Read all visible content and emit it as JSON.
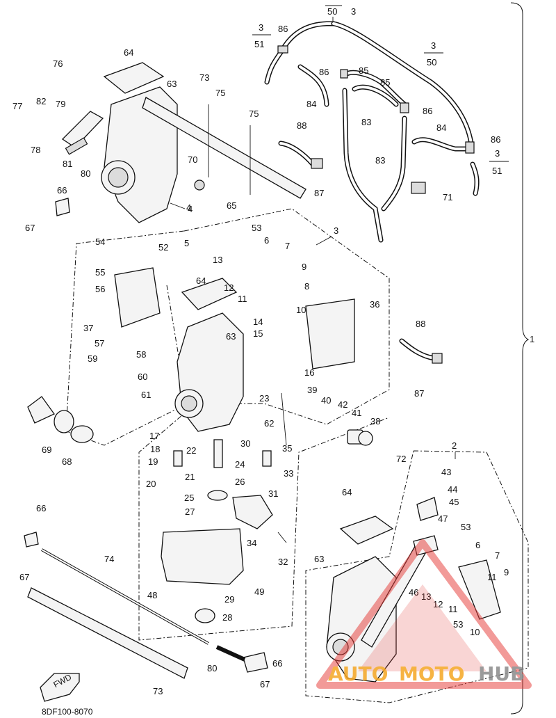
{
  "diagram": {
    "code": "8DF100-8070",
    "fwd_label": "FWD",
    "ref_fractions": [
      {
        "num": "50",
        "suffix": "3"
      },
      {
        "num": "3",
        "den": "51"
      },
      {
        "num": "3",
        "den": "50"
      },
      {
        "num": "3",
        "den": "51"
      }
    ],
    "group_labels": [
      "1",
      "2",
      "3",
      "4"
    ],
    "callouts": [
      "86",
      "86",
      "85",
      "85",
      "86",
      "84",
      "83",
      "84",
      "86",
      "83",
      "88",
      "87",
      "71",
      "64",
      "63",
      "76",
      "77",
      "82",
      "79",
      "78",
      "81",
      "80",
      "73",
      "75",
      "75",
      "70",
      "66",
      "67",
      "4",
      "65",
      "53",
      "6",
      "7",
      "5",
      "13",
      "12",
      "11",
      "9",
      "8",
      "10",
      "14",
      "15",
      "16",
      "36",
      "88",
      "87",
      "54",
      "52",
      "55",
      "56",
      "64",
      "37",
      "63",
      "57",
      "58",
      "59",
      "60",
      "61",
      "39",
      "40",
      "42",
      "41",
      "38",
      "23",
      "62",
      "35",
      "17",
      "18",
      "19",
      "20",
      "22",
      "30",
      "24",
      "21",
      "26",
      "33",
      "25",
      "27",
      "31",
      "69",
      "68",
      "66",
      "67",
      "74",
      "34",
      "32",
      "48",
      "49",
      "29",
      "28",
      "80",
      "66",
      "67",
      "73",
      "72",
      "43",
      "44",
      "45",
      "47",
      "64",
      "53",
      "6",
      "7",
      "11",
      "9",
      "46",
      "13",
      "12",
      "11",
      "53",
      "10",
      "63"
    ],
    "watermark": {
      "part1": "AUTO",
      "part2": "MOTO",
      "part3": "HUB"
    },
    "colors": {
      "ink": "#111111",
      "paper": "#ffffff",
      "watermark_red": "#e53935",
      "watermark_orange": "#f5a623",
      "watermark_gray": "#8a8a8a"
    }
  }
}
